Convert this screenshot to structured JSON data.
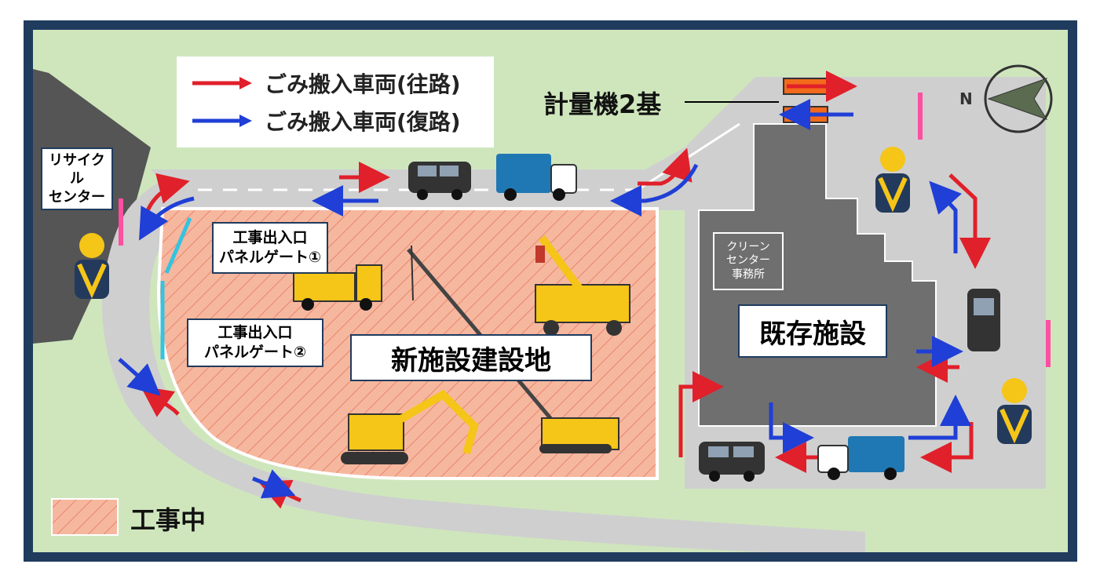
{
  "legend": {
    "inbound_label": "ごみ搬入車両(往路)",
    "outbound_label": "ごみ搬入車両(復路)",
    "inbound_color": "#e0202a",
    "outbound_color": "#1f3fd6"
  },
  "construction_legend": {
    "label": "工事中",
    "color": "#f2a88e"
  },
  "labels": {
    "recycle_center": "リサイクル\nセンター",
    "scale": "計量機2基",
    "gate1": "工事出入口\nパネルゲート①",
    "gate2": "工事出入口\nパネルゲート②",
    "new_site": "新施設建設地",
    "existing": "既存施設",
    "clean_center_office": "クリーン\nセンター\n事務所",
    "compass": "N"
  },
  "icons": [
    "compass-icon",
    "guard-icon",
    "truck-icon",
    "minivan-icon",
    "crane-icon",
    "excavator-icon",
    "dump-truck-icon",
    "scale-icon"
  ],
  "colors": {
    "frame": "#1f3b5e",
    "grass": "#cfe6bd",
    "road": "#cfcfcf",
    "building": "#6f6f6f",
    "hill": "#555555"
  }
}
